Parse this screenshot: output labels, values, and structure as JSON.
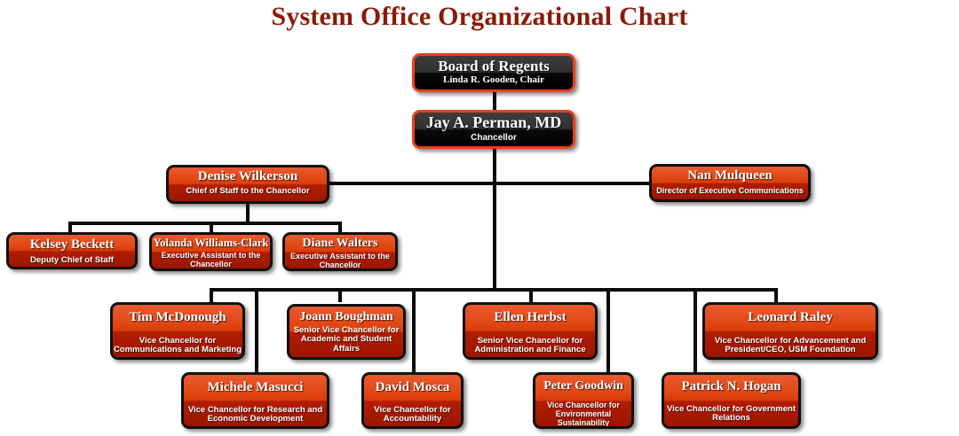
{
  "title": "System Office Organizational Chart",
  "theme": {
    "title_color": "#8a1a06",
    "box_red_top": "#e85a30",
    "box_red_bottom": "#9d1600",
    "box_dark_border": "#e8411b",
    "line_color": "#0a0a0a",
    "background": "#ffffff"
  },
  "nodes": {
    "board": {
      "name": "Board of Regents",
      "title": "Linda R. Gooden, Chair"
    },
    "chancellor": {
      "name": "Jay A. Perman, MD",
      "title": "Chancellor"
    },
    "wilkerson": {
      "name": "Denise Wilkerson",
      "title": "Chief of Staff to the Chancellor"
    },
    "mulqueen": {
      "name": "Nan Mulqueen",
      "title": "Director of Executive Communications"
    },
    "beckett": {
      "name": "Kelsey Beckett",
      "title": "Deputy Chief of Staff"
    },
    "williams_clark": {
      "name": "Yolanda Williams-Clark",
      "title": "Executive Assistant to the Chancellor"
    },
    "walters": {
      "name": "Diane Walters",
      "title": "Executive Assistant to the Chancellor"
    },
    "mcdonough": {
      "name": "Tim McDonough",
      "title": "Vice Chancellor for Communications and Marketing"
    },
    "boughman": {
      "name": "Joann Boughman",
      "title": "Senior Vice Chancellor for Academic and Student Affairs"
    },
    "herbst": {
      "name": "Ellen Herbst",
      "title": "Senior Vice Chancellor for Administration and Finance"
    },
    "raley": {
      "name": "Leonard Raley",
      "title": "Vice Chancellor for Advancement and President/CEO, USM Foundation"
    },
    "masucci": {
      "name": "Michele Masucci",
      "title": "Vice Chancellor for Research and Economic Development"
    },
    "mosca": {
      "name": "David Mosca",
      "title": "Vice Chancellor for Accountability"
    },
    "goodwin": {
      "name": "Peter Goodwin",
      "title": "Vice Chancellor for Environmental Sustainability"
    },
    "hogan": {
      "name": "Patrick N. Hogan",
      "title": "Vice Chancellor for Government Relations"
    }
  }
}
